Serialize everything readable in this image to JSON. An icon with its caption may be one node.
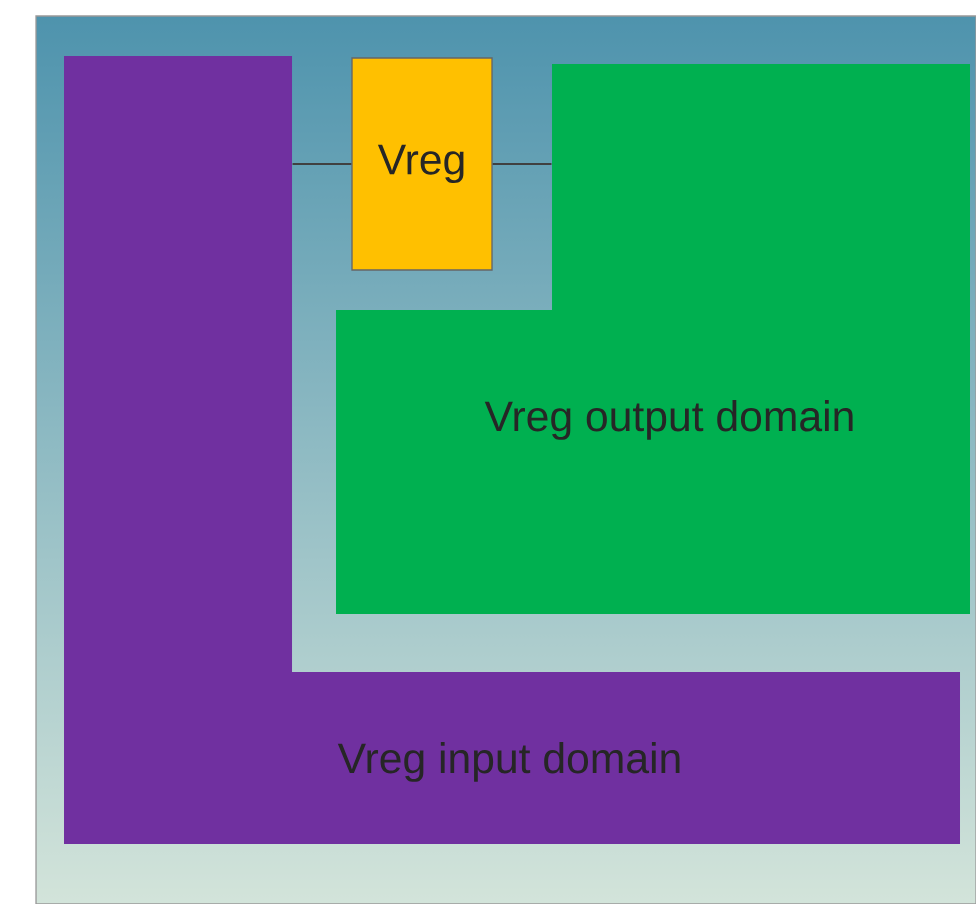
{
  "diagram": {
    "nodes": [
      {
        "text": [
          "Vreg"
        ]
      },
      {
        "text": [
          "Vreg output domain"
        ]
      },
      {
        "text": [
          "Vreg input domain"
        ]
      }
    ],
    "edges": [
      {
        "from": 2,
        "to": 0,
        "arrow": "none"
      },
      {
        "from": 0,
        "to": 1,
        "arrow": "none"
      }
    ]
  }
}
